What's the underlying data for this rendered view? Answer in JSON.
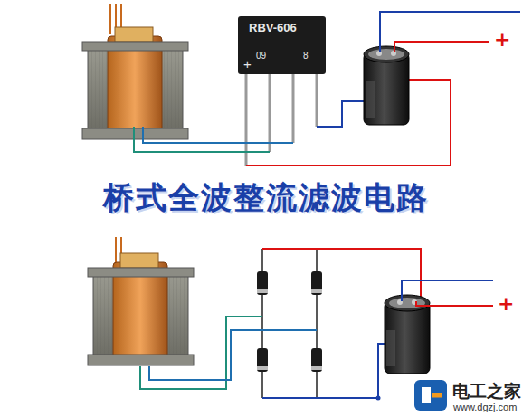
{
  "diagram": {
    "title": "桥式全波整流滤波电路",
    "nodes": [
      {
        "text": [
          "RBV-606",
          "09",
          "8",
          "+"
        ]
      }
    ],
    "labels": [
      "+",
      "+",
      "电工之家",
      "www.dgzj.com"
    ]
  }
}
